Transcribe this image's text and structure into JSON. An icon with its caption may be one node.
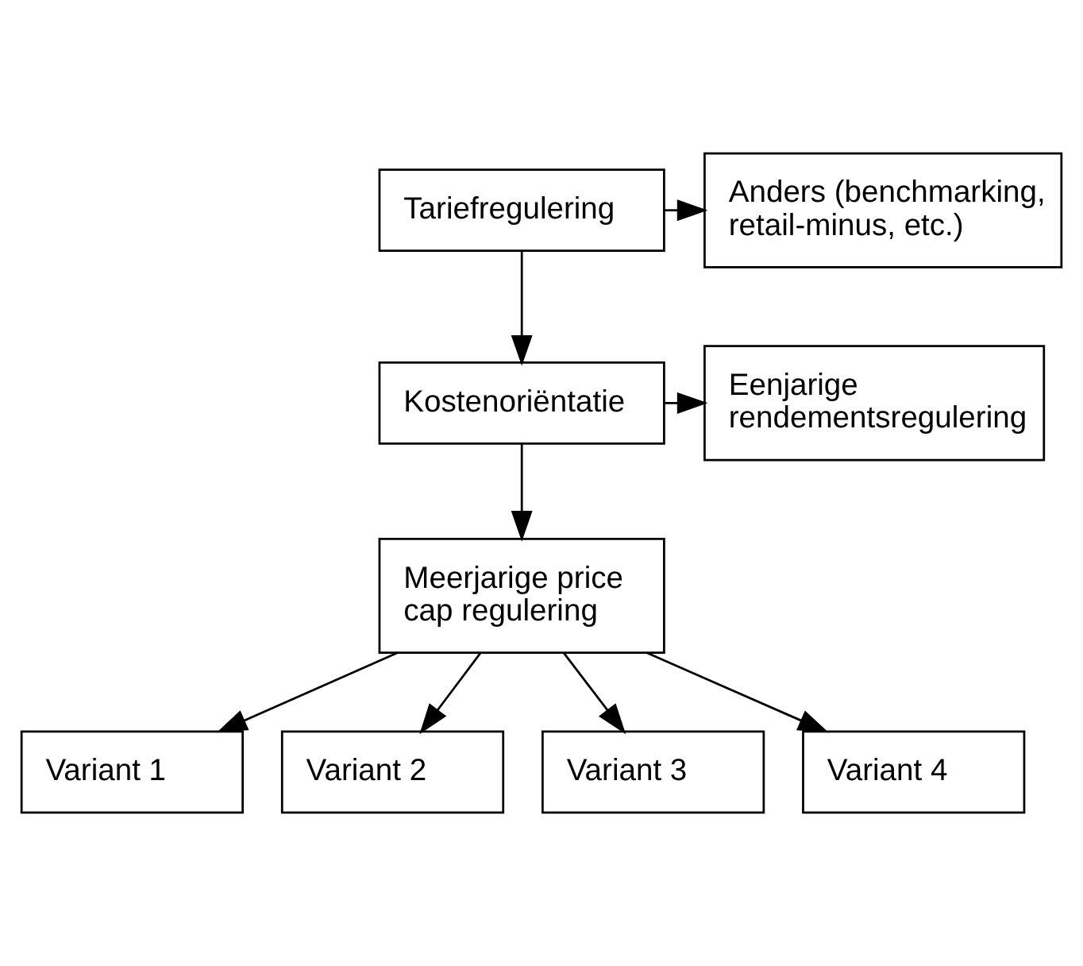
{
  "diagram": {
    "nodes": [
      {
        "text": [
          "Tariefregulering"
        ]
      },
      {
        "text": [
          "Anders (benchmarking, retail-minus, etc.)"
        ]
      },
      {
        "text": [
          "Kostenoriëntatie"
        ]
      },
      {
        "text": [
          "Eenjarige rendementsregulering"
        ]
      },
      {
        "text": [
          "Meerjarige price cap regulering"
        ]
      },
      {
        "text": [
          "Variant 1"
        ]
      },
      {
        "text": [
          "Variant 2"
        ]
      },
      {
        "text": [
          "Variant 3"
        ]
      },
      {
        "text": [
          "Variant 4"
        ]
      }
    ],
    "edges": [
      {
        "from": 0,
        "to": 2,
        "arrow": "to"
      },
      {
        "from": 0,
        "to": 1,
        "arrow": "to"
      },
      {
        "from": 2,
        "to": 4,
        "arrow": "to"
      },
      {
        "from": 2,
        "to": 3,
        "arrow": "to"
      },
      {
        "from": 4,
        "to": 5,
        "arrow": "to"
      },
      {
        "from": 4,
        "to": 6,
        "arrow": "to"
      },
      {
        "from": 4,
        "to": 7,
        "arrow": "to"
      },
      {
        "from": 4,
        "to": 8,
        "arrow": "to"
      }
    ]
  }
}
